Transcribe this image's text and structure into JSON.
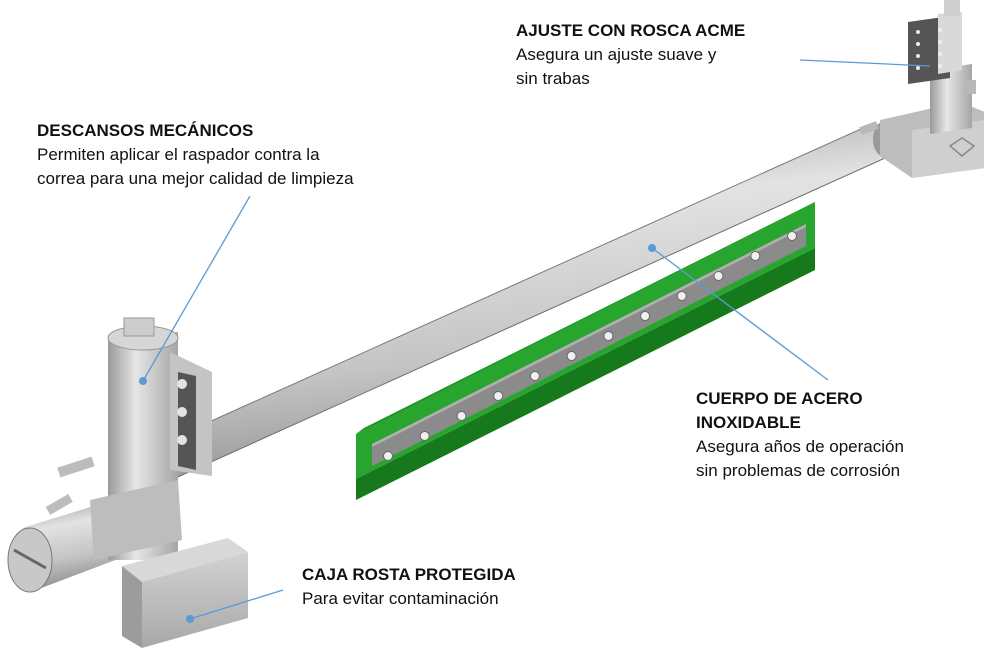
{
  "colors": {
    "steel_light": "#d4d4d4",
    "steel_mid": "#b3b3b3",
    "steel_dark": "#7d7d7d",
    "blade_green": "#27a52e",
    "blade_green_dark": "#167a1d",
    "leader_line": "#5b9bd5"
  },
  "callouts": {
    "acme": {
      "title": "AJUSTE CON ROSCA ACME",
      "body": [
        "Asegura un ajuste suave y",
        "sin trabas"
      ]
    },
    "bearings": {
      "title": "DESCANSOS MECÁNICOS",
      "body": [
        "Permiten aplicar el raspador contra la",
        "correa para una mejor calidad de limpieza"
      ]
    },
    "stainless": {
      "title": [
        "CUERPO DE ACERO",
        "INOXIDABLE"
      ],
      "body": [
        "Asegura años de operación",
        "sin problemas de corrosión"
      ]
    },
    "box": {
      "title": "CAJA ROSTA PROTEGIDA",
      "body": [
        "Para evitar contaminación"
      ]
    }
  }
}
